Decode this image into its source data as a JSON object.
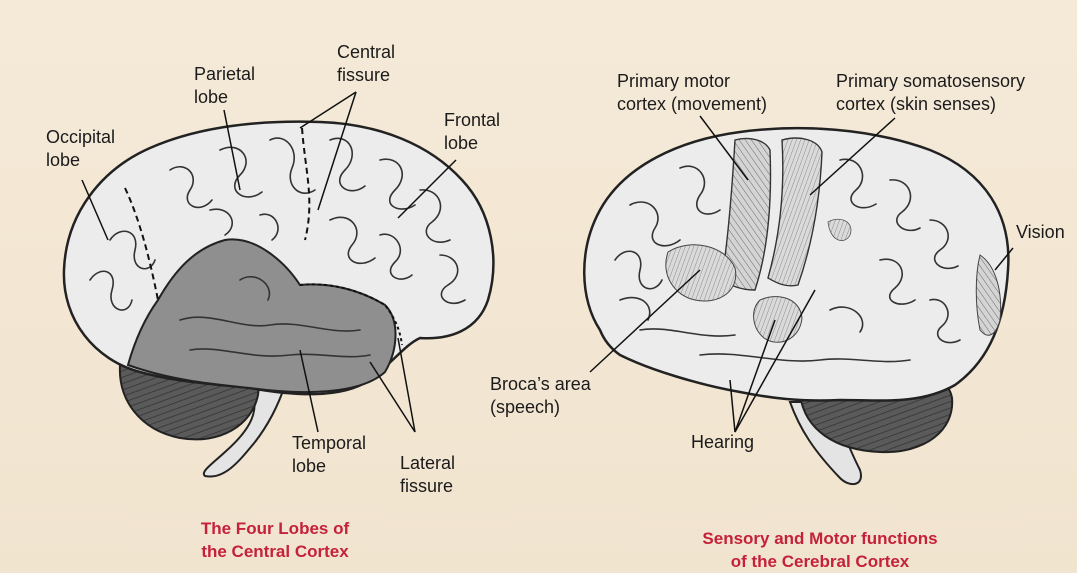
{
  "left_diagram": {
    "labels": {
      "occipital": "Occipital\nlobe",
      "parietal": "Parietal\nlobe",
      "central": "Central\nfissure",
      "frontal": "Frontal\nlobe",
      "temporal": "Temporal\nlobe",
      "lateral": "Lateral\nfissure"
    },
    "caption": "The Four Lobes of\nthe Central Cortex"
  },
  "right_diagram": {
    "labels": {
      "motor": "Primary motor\ncortex (movement)",
      "somato": "Primary somatosensory\ncortex (skin senses)",
      "vision": "Vision",
      "broca": "Broca’s area\n(speech)",
      "hearing": "Hearing"
    },
    "caption": "Sensory and Motor functions\nof the Cerebral Cortex"
  },
  "colors": {
    "background": "#f2e6d2",
    "brain_fill": "#ececec",
    "temporal_shade": "#8e8e8e",
    "caption": "#c4213a"
  }
}
